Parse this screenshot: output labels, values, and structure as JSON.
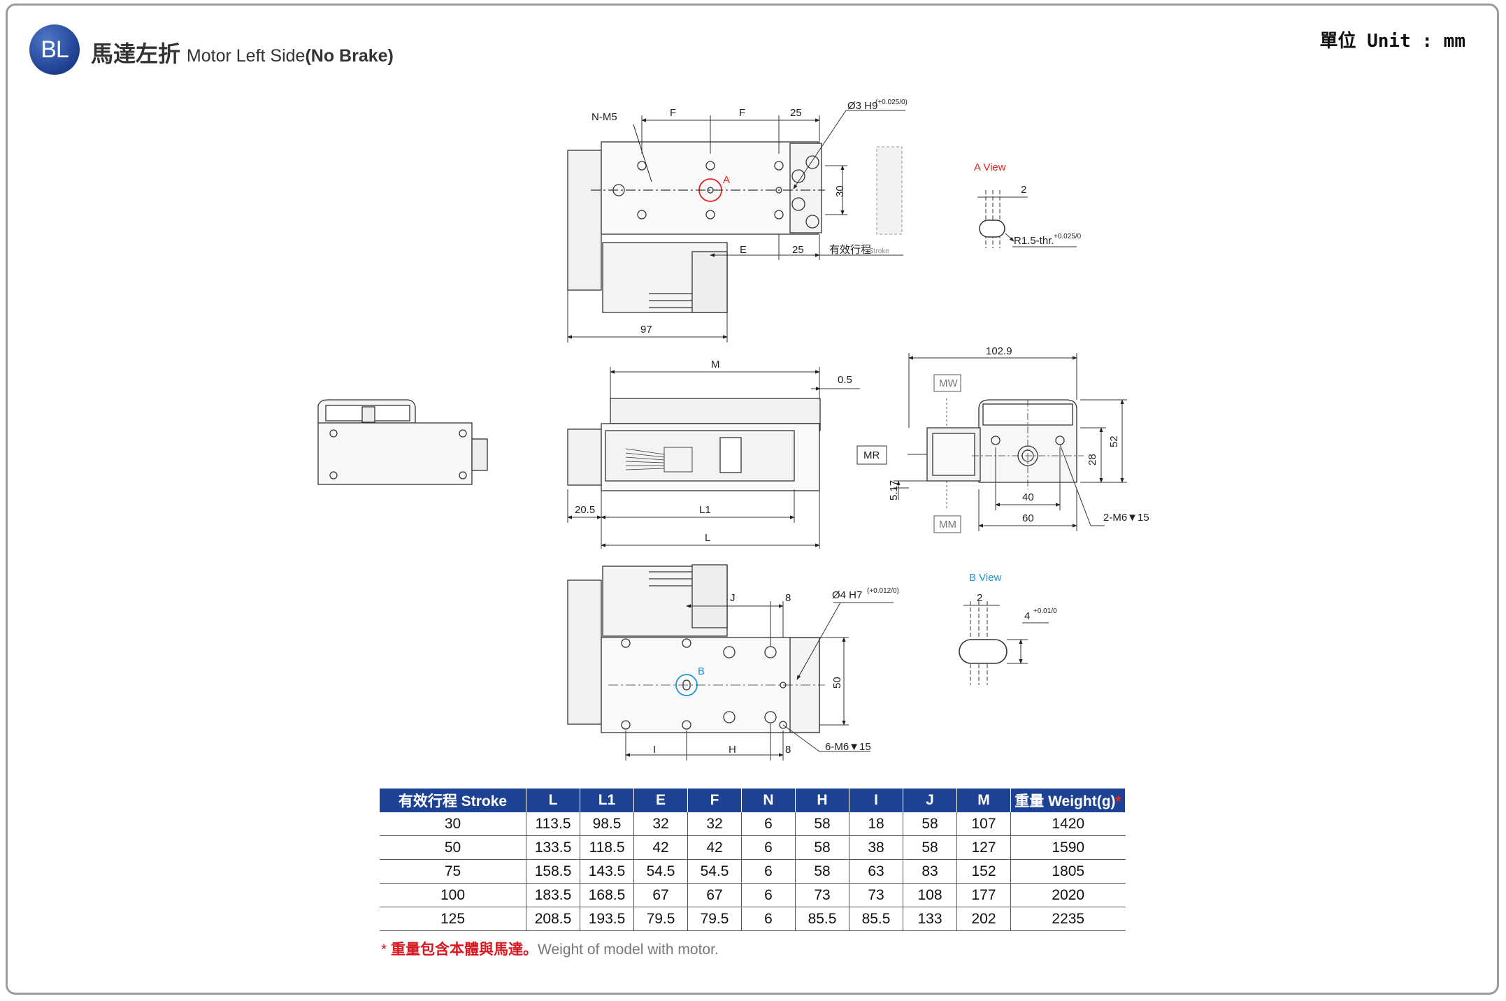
{
  "header": {
    "badge": "BL",
    "title_zh": "馬達左折",
    "title_en": "Motor Left Side",
    "title_paren": "(No Brake)",
    "unit": "單位 Unit : mm"
  },
  "drawing": {
    "labels": {
      "n_m5": "N-M5",
      "f1": "F",
      "f2": "F",
      "d25_top": "25",
      "pin_top": "Ø3 H9",
      "pin_top_tol": "(+0.025/0)",
      "a_mark": "A",
      "d30": "30",
      "e": "E",
      "d25_bot": "25",
      "stroke_zh": "有效行程",
      "stroke_en": "Stroke",
      "d97": "97",
      "a_view": "A View",
      "a_view_2": "2",
      "a_view_r": "R1.5-thr.",
      "a_view_tol": "+0.025/0",
      "m": "M",
      "d0_5": "0.5",
      "d20_5": "20.5",
      "l1": "L1",
      "l": "L",
      "d102_9": "102.9",
      "mw": "MW",
      "mr": "MR",
      "mm_box": "MM",
      "d5_17": "5.17",
      "d28": "28",
      "d52": "52",
      "d40": "40",
      "d60": "60",
      "m6_2": "2-M6▼15",
      "j": "J",
      "d8_top": "8",
      "pin_bot": "Ø4 H7",
      "pin_bot_tol": "(+0.012/0)",
      "b_mark": "B",
      "d50": "50",
      "i": "I",
      "h": "H",
      "d8_bot": "8",
      "m6_6": "6-M6▼15",
      "b_view": "B View",
      "b_view_2": "2",
      "b_view_4": "4",
      "b_view_tol": "+0.01/0"
    }
  },
  "table": {
    "headers": [
      "有效行程 Stroke",
      "L",
      "L1",
      "E",
      "F",
      "N",
      "H",
      "I",
      "J",
      "M",
      "重量 Weight(g)"
    ],
    "header_star": "*",
    "rows": [
      [
        "30",
        "113.5",
        "98.5",
        "32",
        "32",
        "6",
        "58",
        "18",
        "58",
        "107",
        "1420"
      ],
      [
        "50",
        "133.5",
        "118.5",
        "42",
        "42",
        "6",
        "58",
        "38",
        "58",
        "127",
        "1590"
      ],
      [
        "75",
        "158.5",
        "143.5",
        "54.5",
        "54.5",
        "6",
        "58",
        "63",
        "83",
        "152",
        "1805"
      ],
      [
        "100",
        "183.5",
        "168.5",
        "67",
        "67",
        "6",
        "73",
        "73",
        "108",
        "177",
        "2020"
      ],
      [
        "125",
        "208.5",
        "193.5",
        "79.5",
        "79.5",
        "6",
        "85.5",
        "85.5",
        "133",
        "202",
        "2235"
      ]
    ]
  },
  "note": {
    "star": "*",
    "zh": " 重量包含本體與馬達。",
    "en": "Weight of model with motor."
  }
}
